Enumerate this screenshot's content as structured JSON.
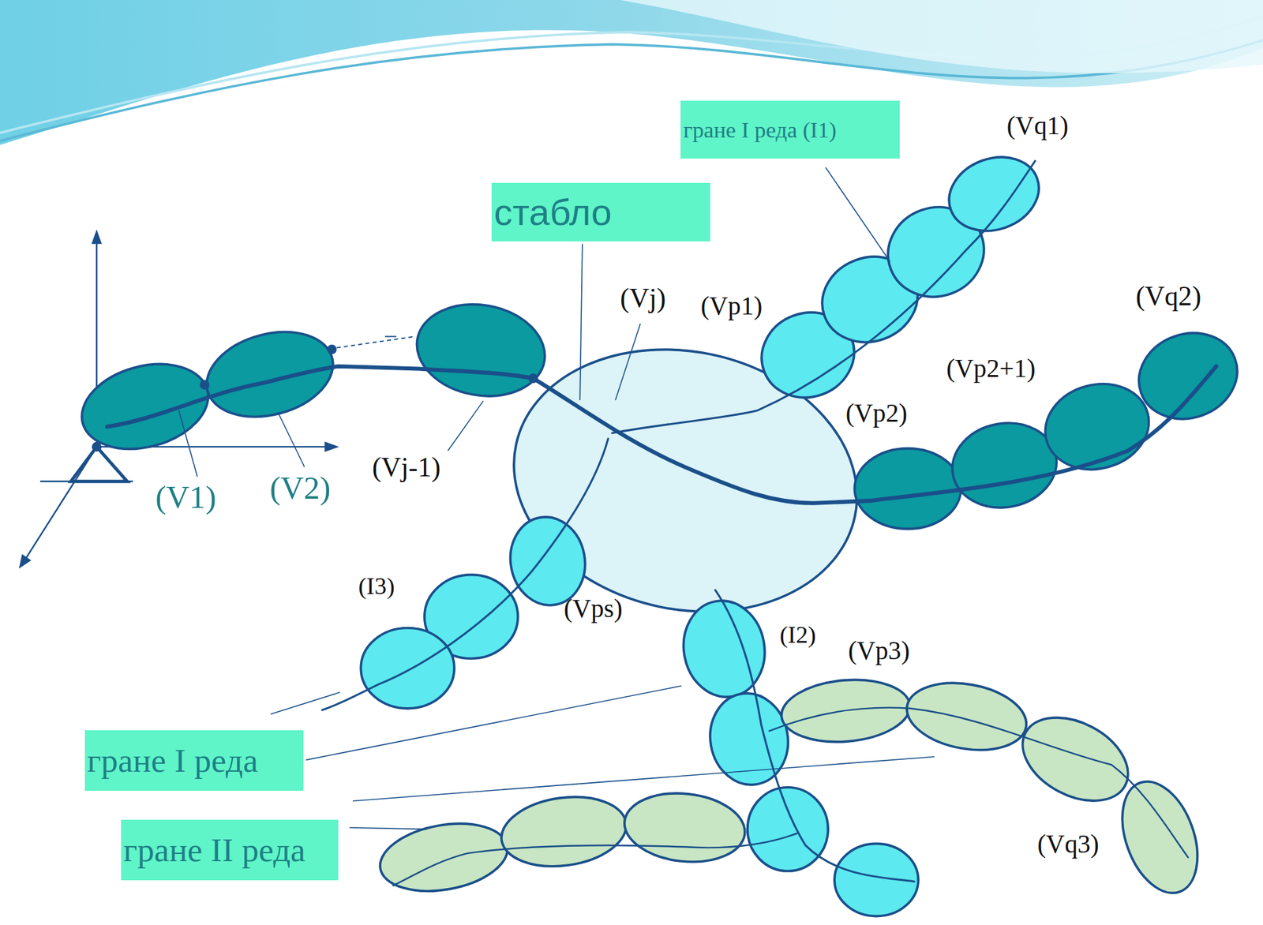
{
  "diagram": {
    "nodes": [
      {
        "text": [
          "гране I реда (I1)"
        ]
      },
      {
        "text": [
          "стабло"
        ]
      },
      {
        "text": [
          "гране I реда"
        ]
      },
      {
        "text": [
          "гране II реда"
        ]
      }
    ],
    "labels": [
      "(Vq1)",
      "(Vj)",
      "(Vp1)",
      "(Vq2)",
      "(Vp2+1)",
      "(Vp2)",
      "(Vj-1)",
      "(V1)",
      "(V2)",
      "(I3)",
      "(Vps)",
      "(I2)",
      "(Vp3)",
      "(Vq3)"
    ]
  }
}
